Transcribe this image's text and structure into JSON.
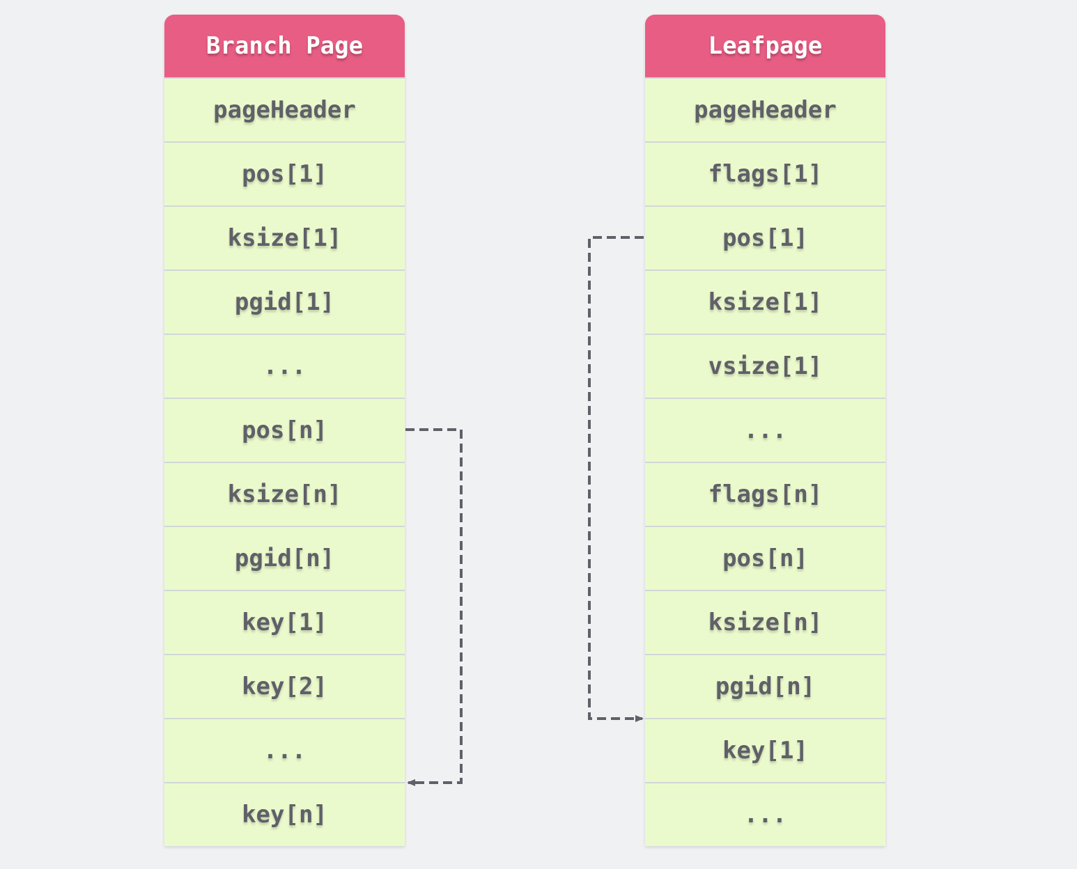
{
  "branch": {
    "title": "Branch Page",
    "rows": [
      "pageHeader",
      "pos[1]",
      "ksize[1]",
      "pgid[1]",
      "...",
      "pos[n]",
      "ksize[n]",
      "pgid[n]",
      "key[1]",
      "key[2]",
      "...",
      "key[n]"
    ]
  },
  "leaf": {
    "title": "Leafpage",
    "rows": [
      "pageHeader",
      "flags[1]",
      "pos[1]",
      "ksize[1]",
      "vsize[1]",
      "...",
      "flags[n]",
      "pos[n]",
      "ksize[n]",
      "pgid[n]",
      "key[1]",
      "..."
    ]
  },
  "colors": {
    "header": "#e85d84",
    "row": "#ebfacc",
    "connector": "#5f6068"
  }
}
